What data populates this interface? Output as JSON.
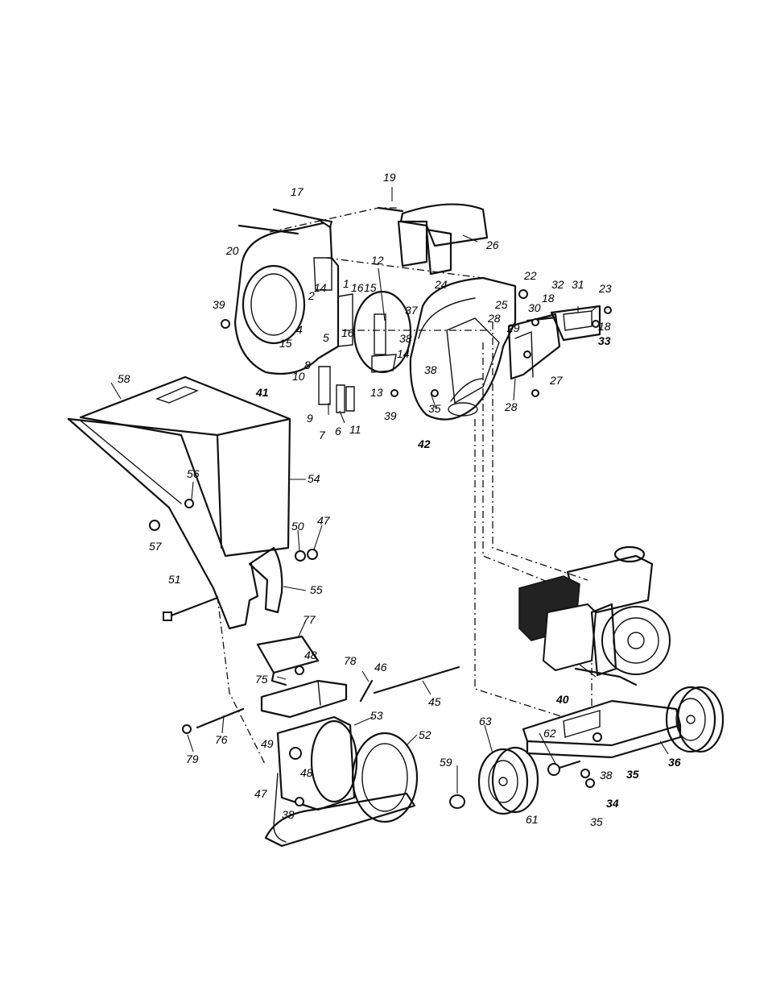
{
  "callouts": [
    {
      "id": "17",
      "bold": false
    },
    {
      "id": "19",
      "bold": false
    },
    {
      "id": "20",
      "bold": false
    },
    {
      "id": "26",
      "bold": false
    },
    {
      "id": "12",
      "bold": false
    },
    {
      "id": "22",
      "bold": false
    },
    {
      "id": "24",
      "bold": false
    },
    {
      "id": "32",
      "bold": false
    },
    {
      "id": "31",
      "bold": false
    },
    {
      "id": "23",
      "bold": false
    },
    {
      "id": "14",
      "bold": false
    },
    {
      "id": "2",
      "bold": false
    },
    {
      "id": "1",
      "bold": false
    },
    {
      "id": "16",
      "bold": false
    },
    {
      "id": "15",
      "bold": false
    },
    {
      "id": "25",
      "bold": false
    },
    {
      "id": "37",
      "bold": false
    },
    {
      "id": "39",
      "bold": false
    },
    {
      "id": "30",
      "bold": false
    },
    {
      "id": "18",
      "bold": false
    },
    {
      "id": "28",
      "bold": false
    },
    {
      "id": "4",
      "bold": false
    },
    {
      "id": "5",
      "bold": false
    },
    {
      "id": "16",
      "bold": false
    },
    {
      "id": "15",
      "bold": false
    },
    {
      "id": "38",
      "bold": false
    },
    {
      "id": "18",
      "bold": false
    },
    {
      "id": "29",
      "bold": false
    },
    {
      "id": "33",
      "bold": true
    },
    {
      "id": "8",
      "bold": false
    },
    {
      "id": "14",
      "bold": false
    },
    {
      "id": "27",
      "bold": false
    },
    {
      "id": "10",
      "bold": false
    },
    {
      "id": "38",
      "bold": false
    },
    {
      "id": "41",
      "bold": true
    },
    {
      "id": "13",
      "bold": false
    },
    {
      "id": "28",
      "bold": false
    },
    {
      "id": "58",
      "bold": false
    },
    {
      "id": "9",
      "bold": false
    },
    {
      "id": "35",
      "bold": false
    },
    {
      "id": "39",
      "bold": false
    },
    {
      "id": "7",
      "bold": false
    },
    {
      "id": "6",
      "bold": false
    },
    {
      "id": "11",
      "bold": false
    },
    {
      "id": "42",
      "bold": true
    },
    {
      "id": "56",
      "bold": false
    },
    {
      "id": "54",
      "bold": false
    },
    {
      "id": "50",
      "bold": false
    },
    {
      "id": "47",
      "bold": false
    },
    {
      "id": "57",
      "bold": false
    },
    {
      "id": "51",
      "bold": false
    },
    {
      "id": "55",
      "bold": false
    },
    {
      "id": "77",
      "bold": false
    },
    {
      "id": "48",
      "bold": false
    },
    {
      "id": "78",
      "bold": false
    },
    {
      "id": "46",
      "bold": false
    },
    {
      "id": "75",
      "bold": false
    },
    {
      "id": "40",
      "bold": true
    },
    {
      "id": "45",
      "bold": false
    },
    {
      "id": "63",
      "bold": false
    },
    {
      "id": "53",
      "bold": false
    },
    {
      "id": "62",
      "bold": false
    },
    {
      "id": "52",
      "bold": false
    },
    {
      "id": "79",
      "bold": false
    },
    {
      "id": "76",
      "bold": false
    },
    {
      "id": "49",
      "bold": false
    },
    {
      "id": "48",
      "bold": false
    },
    {
      "id": "59",
      "bold": false
    },
    {
      "id": "38",
      "bold": false
    },
    {
      "id": "35",
      "bold": true
    },
    {
      "id": "36",
      "bold": true
    },
    {
      "id": "47",
      "bold": false
    },
    {
      "id": "34",
      "bold": true
    },
    {
      "id": "38",
      "bold": false
    },
    {
      "id": "61",
      "bold": false
    },
    {
      "id": "35",
      "bold": false
    }
  ]
}
